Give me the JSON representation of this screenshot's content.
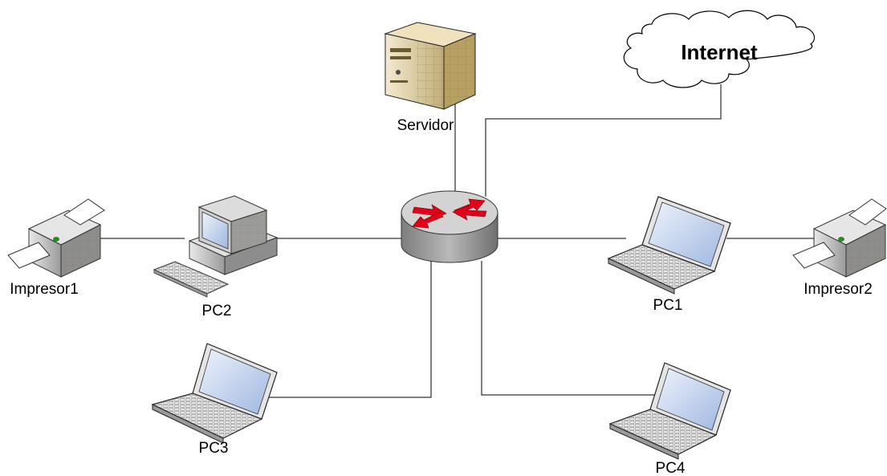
{
  "labels": {
    "server": "Servidor",
    "internet": "Internet",
    "printer1": "Impresor1",
    "printer2": "Impresor2",
    "pc1": "PC1",
    "pc2": "PC2",
    "pc3": "PC3",
    "pc4": "PC4"
  },
  "colors": {
    "router_body": "#9a9a9a",
    "router_top": "#cfcfcf",
    "arrow": "#e3001b",
    "screen": "#c7d7f2",
    "server_tan": "#d8c79a",
    "printer_gray": "#bdbdbd"
  },
  "icons": {
    "server": "server-icon",
    "router": "router-icon",
    "cloud": "cloud-icon",
    "desktop": "desktop-pc-icon",
    "laptop": "laptop-icon",
    "printer": "printer-icon"
  }
}
